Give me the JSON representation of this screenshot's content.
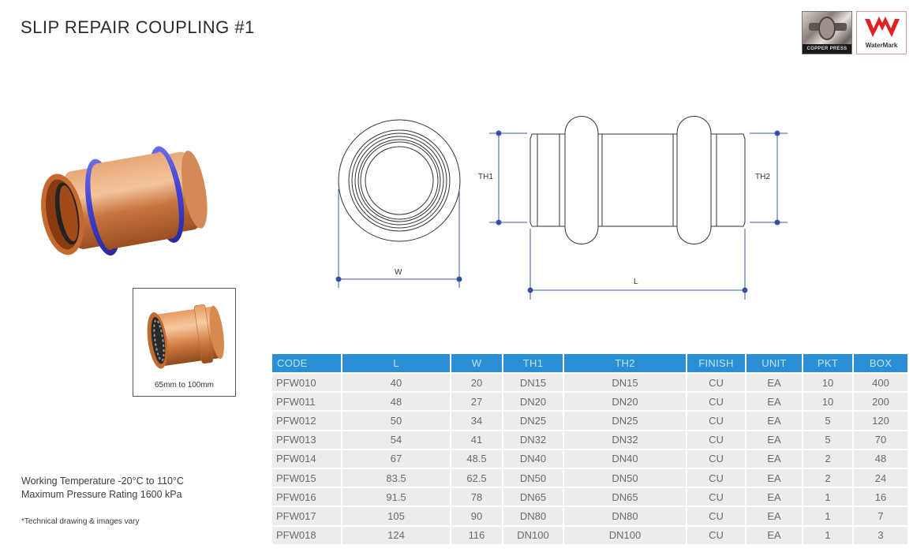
{
  "header": {
    "title": "SLIP REPAIR COUPLING #1",
    "badges": [
      {
        "name": "copper-press-badge",
        "label": "COPPER PRESS"
      },
      {
        "name": "watermark-badge",
        "label": "WaterMark"
      }
    ]
  },
  "images": {
    "main_photo": "copper slip repair coupling with blue o-rings",
    "inset_caption": "65mm to 100mm"
  },
  "drawing": {
    "end_view_label": "W",
    "side_view_labels": {
      "th1": "TH1",
      "th2": "TH2",
      "length": "L"
    },
    "dimension_color": "#3a5aa8"
  },
  "table": {
    "header_color": "#2a8fd4",
    "columns": [
      "CODE",
      "L",
      "W",
      "TH1",
      "TH2",
      "FINISH",
      "UNIT",
      "PKT",
      "BOX"
    ],
    "rows": [
      [
        "PFW010",
        "40",
        "20",
        "DN15",
        "DN15",
        "CU",
        "EA",
        "10",
        "400"
      ],
      [
        "PFW011",
        "48",
        "27",
        "DN20",
        "DN20",
        "CU",
        "EA",
        "10",
        "200"
      ],
      [
        "PFW012",
        "50",
        "34",
        "DN25",
        "DN25",
        "CU",
        "EA",
        "5",
        "120"
      ],
      [
        "PFW013",
        "54",
        "41",
        "DN32",
        "DN32",
        "CU",
        "EA",
        "5",
        "70"
      ],
      [
        "PFW014",
        "67",
        "48.5",
        "DN40",
        "DN40",
        "CU",
        "EA",
        "2",
        "48"
      ],
      [
        "PFW015",
        "83.5",
        "62.5",
        "DN50",
        "DN50",
        "CU",
        "EA",
        "2",
        "24"
      ],
      [
        "PFW016",
        "91.5",
        "78",
        "DN65",
        "DN65",
        "CU",
        "EA",
        "1",
        "16"
      ],
      [
        "PFW017",
        "105",
        "90",
        "DN80",
        "DN80",
        "CU",
        "EA",
        "1",
        "7"
      ],
      [
        "PFW018",
        "124",
        "116",
        "DN100",
        "DN100",
        "CU",
        "EA",
        "1",
        "3"
      ]
    ]
  },
  "specs": {
    "working_temperature": "Working Temperature  -20°C to 110°C",
    "max_pressure": "Maximum Pressure Rating  1600 kPa",
    "note": "*Technical drawing & images vary"
  }
}
